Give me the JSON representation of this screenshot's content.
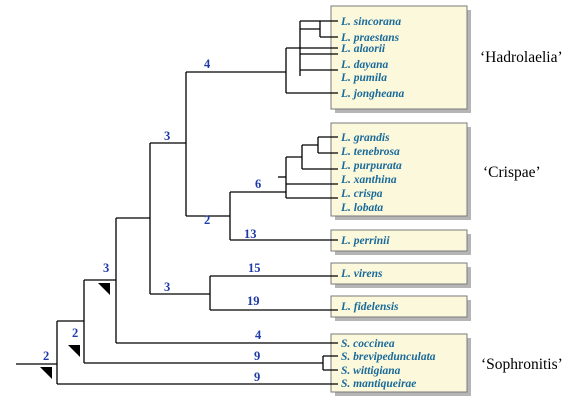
{
  "taxa": [
    "L. sincorana",
    "L. praestans",
    "L. alaorii",
    "L. dayana",
    "L. pumila",
    "L. jongheana",
    "L. grandis",
    "L. tenebrosa",
    "L. purpurata",
    "L. xanthina",
    "L. crispa",
    "L. lobata",
    "L. perrinii",
    "L. virens",
    "L. fidelensis",
    "S. coccinea",
    "S. brevipedunculata",
    "S. wittigiana",
    "S. mantiqueirae"
  ],
  "groups": {
    "hadrolaelia": "‘Hadrolaelia’",
    "crispae": "‘Crispae’",
    "sophronitis": "‘Sophronitis’"
  },
  "support": {
    "hadrolaelia": "4",
    "crispae_perrinii": "3",
    "crispae": "6",
    "perrinii": "13",
    "crispae_plus_perrinii": "2",
    "virens_fidelensis": "3",
    "virens": "15",
    "fidelensis": "19",
    "laelia_clade": "3",
    "coccinea": "4",
    "with_coccinea": "2",
    "brev_witt": "9",
    "mantiqueirae": "9",
    "root": "2"
  }
}
